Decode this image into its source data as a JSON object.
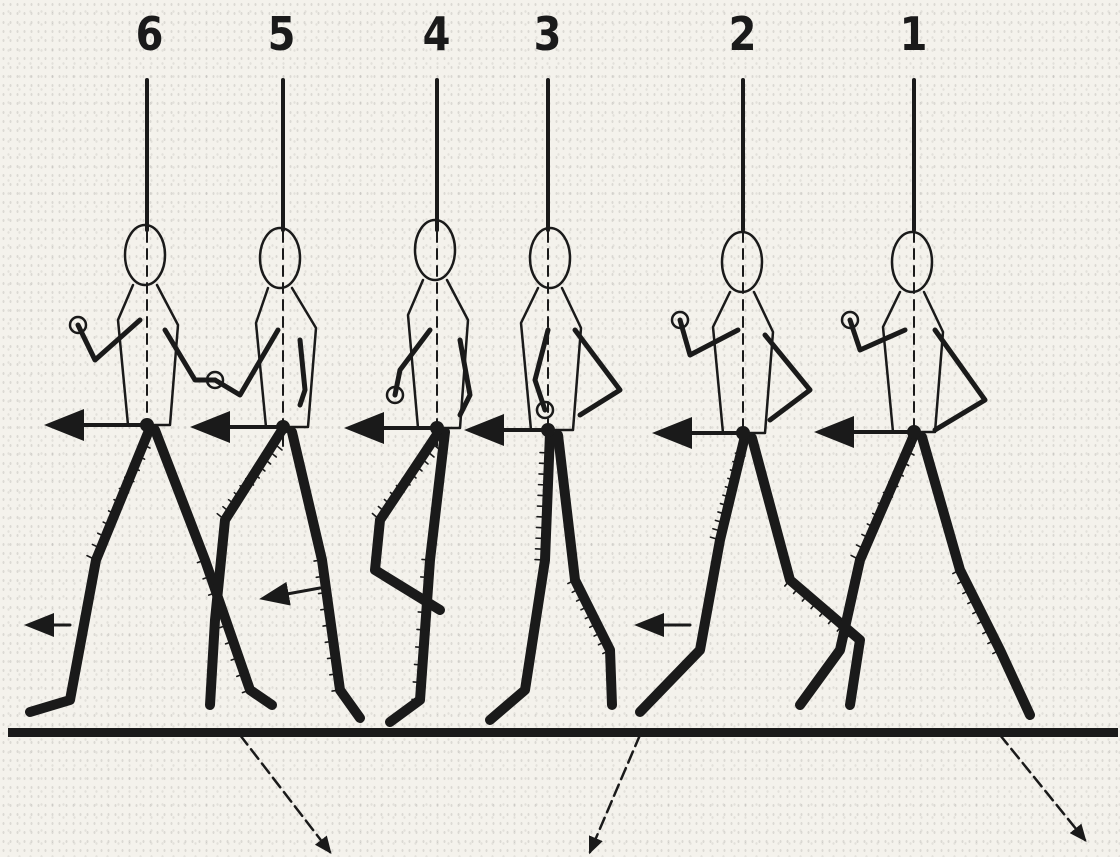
{
  "figure": {
    "frame_labels": [
      "6",
      "5",
      "4",
      "3",
      "2",
      "1"
    ],
    "ink_color": "#1a1a1a",
    "paper_color": "#f4f2ec"
  }
}
